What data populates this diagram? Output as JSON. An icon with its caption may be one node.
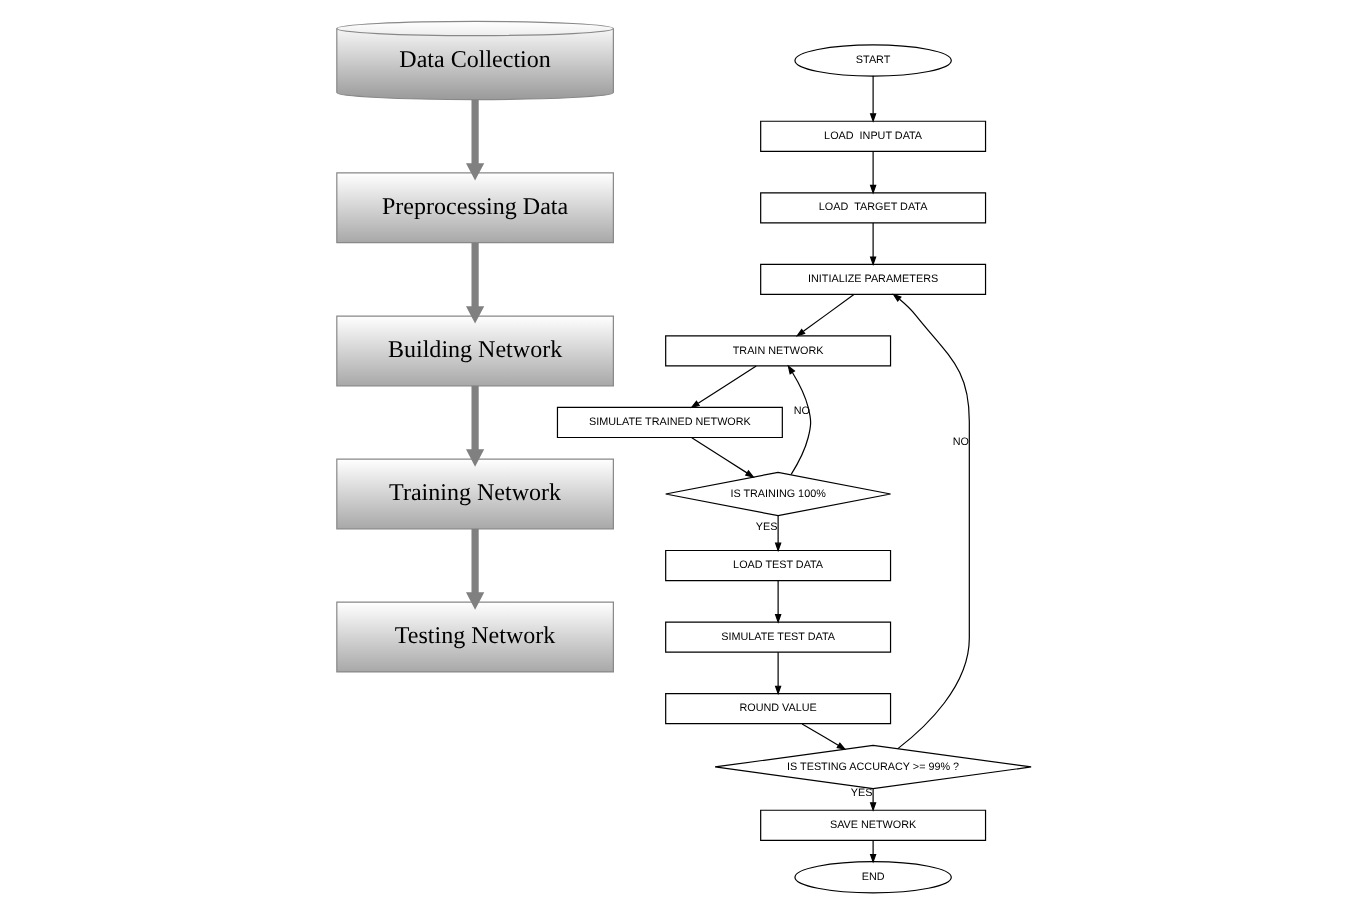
{
  "diagram": {
    "nodes": [
      {
        "text": [
          "Data Collection"
        ]
      },
      {
        "text": [
          "Preprocessing Data"
        ]
      },
      {
        "text": [
          "Building Network"
        ]
      },
      {
        "text": [
          "Training Network"
        ]
      },
      {
        "text": [
          "Testing Network"
        ]
      },
      {
        "text": [
          "START"
        ]
      },
      {
        "text": [
          "LOAD  INPUT DATA"
        ]
      },
      {
        "text": [
          "LOAD  TARGET DATA"
        ]
      },
      {
        "text": [
          "INITIALIZE PARAMETERS"
        ]
      },
      {
        "text": [
          "TRAIN NETWORK"
        ]
      },
      {
        "text": [
          "SIMULATE TRAINED NETWORK"
        ]
      },
      {
        "text": [
          "IS TRAINING 100%"
        ]
      },
      {
        "text": [
          "LOAD TEST DATA"
        ]
      },
      {
        "text": [
          "SIMULATE TEST DATA"
        ]
      },
      {
        "text": [
          "ROUND VALUE"
        ]
      },
      {
        "text": [
          "IS TESTING ACCURACY >= 99% ?"
        ]
      },
      {
        "text": [
          "SAVE NETWORK"
        ]
      },
      {
        "text": [
          "END"
        ]
      }
    ],
    "edges": [
      {
        "from": 0,
        "to": 1,
        "arrow": "to",
        "style": "thick",
        "color": "#808080"
      },
      {
        "from": 1,
        "to": 2,
        "arrow": "to",
        "style": "thick",
        "color": "#808080"
      },
      {
        "from": 2,
        "to": 3,
        "arrow": "to",
        "style": "thick",
        "color": "#808080"
      },
      {
        "from": 3,
        "to": 4,
        "arrow": "to",
        "style": "thick",
        "color": "#808080"
      },
      {
        "from": 5,
        "to": 6,
        "arrow": "to"
      },
      {
        "from": 6,
        "to": 7,
        "arrow": "to"
      },
      {
        "from": 7,
        "to": 8,
        "arrow": "to"
      },
      {
        "from": 8,
        "to": 9,
        "arrow": "to"
      },
      {
        "from": 9,
        "to": 10,
        "arrow": "to"
      },
      {
        "from": 10,
        "to": 11,
        "arrow": "to"
      },
      {
        "from": 11,
        "to": 12,
        "label": "YES",
        "arrow": "to"
      },
      {
        "from": 11,
        "to": 9,
        "label": "NO",
        "arrow": "to"
      },
      {
        "from": 12,
        "to": 13,
        "arrow": "to"
      },
      {
        "from": 13,
        "to": 14,
        "arrow": "to"
      },
      {
        "from": 14,
        "to": 15,
        "arrow": "to"
      },
      {
        "from": 15,
        "to": 16,
        "label": "YES",
        "arrow": "to"
      },
      {
        "from": 15,
        "to": 8,
        "label": "NO",
        "arrow": "to"
      },
      {
        "from": 16,
        "to": 17,
        "arrow": "to"
      }
    ]
  }
}
